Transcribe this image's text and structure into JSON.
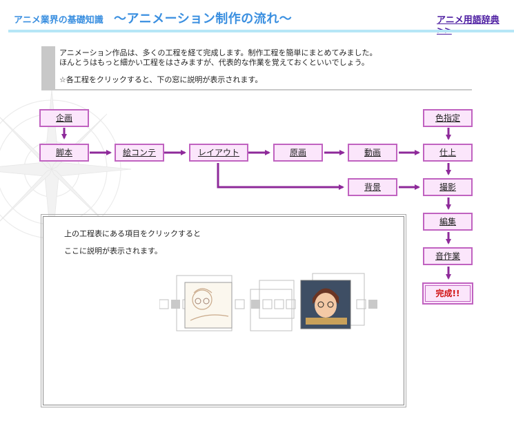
{
  "header": {
    "site_title": "アニメ業界の基礎知識",
    "page_title": "〜アニメーション制作の流れ〜",
    "dict_link": "アニメ用語辞典>>",
    "accent_color": "#3a8fe0",
    "rule_color": "#b6e6f6"
  },
  "intro": {
    "line1": "アニメーション作品は、多くの工程を経て完成します。制作工程を簡単にまとめてみました。",
    "line2": "ほんとうはもっと細かい工程をはさみますが、代表的な作業を覚えておくといいでしょう。",
    "line3": "☆各工程をクリックすると、下の窓に説明が表示されます。"
  },
  "flow": {
    "kikaku": "企画",
    "kyakuhon": "脚本",
    "ekonte": "絵コンテ",
    "layout": "レイアウト",
    "genga": "原画",
    "douga": "動画",
    "shiage": "仕上",
    "haikei": "背景",
    "shikitei": "色指定",
    "satsuei": "撮影",
    "henshu": "編集",
    "onsagyo": "音作業",
    "kansei": "完成!!",
    "box_fill": "#fbe6fb",
    "box_border": "#c062c0",
    "arrow_color": "#8e2a9a",
    "final_text_color": "#d01010"
  },
  "description": {
    "line1": "上の工程表にある項目をクリックすると",
    "line2": "ここに説明が表示されます。"
  }
}
